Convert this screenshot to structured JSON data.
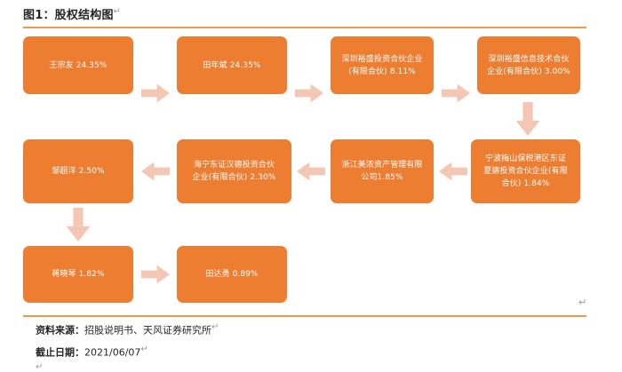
{
  "figure": {
    "title": "图1：股权结构图",
    "pilcrow": "↵"
  },
  "colors": {
    "node_fill": "#ED7D31",
    "node_text": "#FFFFFF",
    "arrow_fill": "#F4C7B4",
    "rule": "#ED9A4C",
    "title_text": "#262626"
  },
  "chart_data": {
    "type": "diagram",
    "title": "图1：股权结构图",
    "nodes": [
      {
        "id": "n1",
        "label": "王宗友 24.35%",
        "name": "王宗友",
        "share": "24.35%",
        "row": 1,
        "col": 1
      },
      {
        "id": "n2",
        "label": "田年斌 24.35%",
        "name": "田年斌",
        "share": "24.35%",
        "row": 1,
        "col": 2
      },
      {
        "id": "n3",
        "label": "深圳裕盛投资合伙企业(有限合伙) 8.11%",
        "line1": "深圳裕盛投资合伙企业",
        "line2": "(有限合伙) 8.11%",
        "share": "8.11%",
        "row": 1,
        "col": 3
      },
      {
        "id": "n4",
        "label": "深圳裕盛信息技术合伙企业(有限合伙) 3.00%",
        "line1": "深圳裕盛信息技术合伙",
        "line2": "企业(有限合伙) 3.00%",
        "share": "3.00%",
        "row": 1,
        "col": 4
      },
      {
        "id": "n5",
        "label": "宁波梅山保税港区东证夏德投资合伙企业(有限合伙) 1.84%",
        "line1": "宁波梅山保税港区东证",
        "line2": "夏德投资合伙企业(有限",
        "line3": "合伙) 1.84%",
        "share": "1.84%",
        "row": 2,
        "col": 4
      },
      {
        "id": "n6",
        "label": "浙江美浓资产管理有限公司1.85%",
        "line1": "浙江美浓资产管理有限",
        "line2": "公司1.85%",
        "share": "1.85%",
        "row": 2,
        "col": 3
      },
      {
        "id": "n7",
        "label": "海宁东证汉德投资合伙企业(有限合伙) 2.30%",
        "line1": "海宁东证汉德投资合伙",
        "line2": "企业(有限合伙) 2.30%",
        "share": "2.30%",
        "row": 2,
        "col": 2
      },
      {
        "id": "n8",
        "label": "邹超洋 2.50%",
        "name": "邹超洋",
        "share": "2.50%",
        "row": 2,
        "col": 1
      },
      {
        "id": "n9",
        "label": "蒋晓琴 1.82%",
        "name": "蒋晓琴",
        "share": "1.82%",
        "row": 3,
        "col": 1
      },
      {
        "id": "n10",
        "label": "田达勇 0.89%",
        "name": "田达勇",
        "share": "0.89%",
        "row": 3,
        "col": 2
      }
    ],
    "edges": [
      {
        "from": "n1",
        "to": "n2",
        "direction": "right"
      },
      {
        "from": "n2",
        "to": "n3",
        "direction": "right"
      },
      {
        "from": "n3",
        "to": "n4",
        "direction": "right"
      },
      {
        "from": "n4",
        "to": "n5",
        "direction": "down"
      },
      {
        "from": "n5",
        "to": "n6",
        "direction": "left"
      },
      {
        "from": "n6",
        "to": "n7",
        "direction": "left"
      },
      {
        "from": "n7",
        "to": "n8",
        "direction": "left"
      },
      {
        "from": "n8",
        "to": "n9",
        "direction": "down"
      },
      {
        "from": "n9",
        "to": "n10",
        "direction": "right"
      }
    ]
  },
  "footer": {
    "source_label": "资料来源：",
    "source_value": "招股说明书、天风证券研究所",
    "source_pilcrow": "↵",
    "date_label": "截止日期：",
    "date_value": "2021/06/07",
    "date_pilcrow": "↵",
    "right_pilcrow": "↵",
    "bottom_pilcrow": "↵"
  }
}
